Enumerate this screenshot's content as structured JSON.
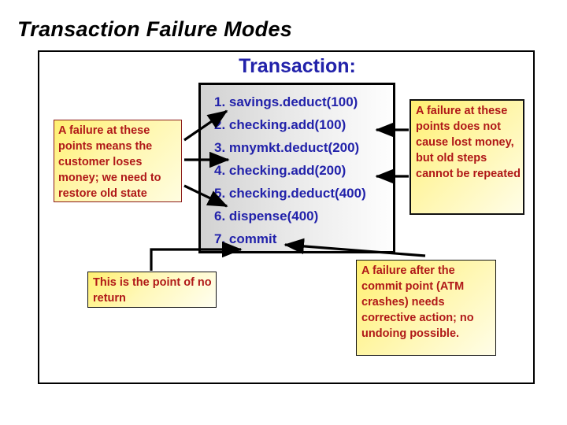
{
  "slide": {
    "title": "Transaction Failure Modes"
  },
  "transaction": {
    "heading": "Transaction:",
    "steps": [
      "1. savings.deduct(100)",
      "2. checking.add(100)",
      "3. mnymkt.deduct(200)",
      "4. checking.add(200)",
      "5. checking.deduct(400)",
      "6. dispense(400)",
      "7. commit"
    ]
  },
  "callouts": {
    "left": "A failure at these points means the customer loses money; we need to restore old state",
    "right": "A failure at these points does not cause lost money, but old steps cannot be repeated",
    "no_return": "This is the point of no return",
    "after_commit": "A failure after the commit  point (ATM crashes) needs corrective action; no undoing possible."
  },
  "colors": {
    "title_text": "#000000",
    "heading_blue": "#2222AA",
    "step_blue": "#2222AA",
    "callout_text_red": "#B01818",
    "callout_border_dark_red": "#8B1A1A",
    "callout_fill_yellow": "#FFF070",
    "frame_black": "#000000",
    "box_fill_gray": "#D2D2D2"
  }
}
